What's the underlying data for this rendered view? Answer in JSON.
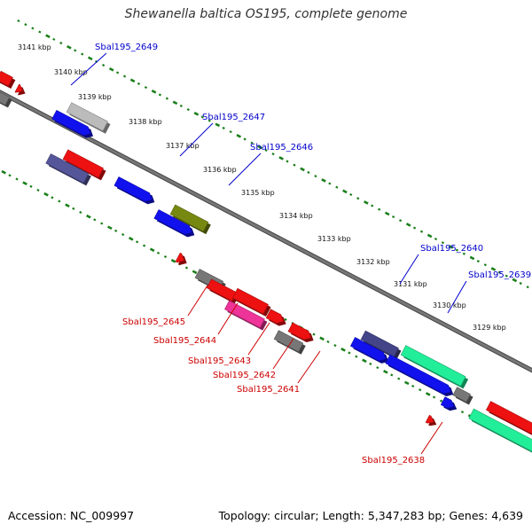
{
  "title": "Shewanella baltica OS195, complete genome",
  "footer": {
    "accession": "Accession: NC_009997",
    "stats": "Topology: circular; Length: 5,347,283 bp; Genes: 4,639"
  },
  "colors": {
    "backbone": "#777777",
    "ruler_dots": "#1a7f1a",
    "plus_label": "#0000cc",
    "minus_label": "#cc0000"
  },
  "ticks": [
    {
      "label": "3141 kbp"
    },
    {
      "label": "3140 kbp"
    },
    {
      "label": "3139 kbp"
    },
    {
      "label": "3138 kbp"
    },
    {
      "label": "3137 kbp"
    },
    {
      "label": "3136 kbp"
    },
    {
      "label": "3135 kbp"
    },
    {
      "label": "3134 kbp"
    },
    {
      "label": "3133 kbp"
    },
    {
      "label": "3132 kbp"
    },
    {
      "label": "3131 kbp"
    },
    {
      "label": "3130 kbp"
    },
    {
      "label": "3129 kbp"
    }
  ],
  "gene_labels": {
    "plus": [
      "Sbal195_2649",
      "Sbal195_2647",
      "Sbal195_2646",
      "Sbal195_2640",
      "Sbal195_2639"
    ],
    "minus": [
      "Sbal195_2645",
      "Sbal195_2644",
      "Sbal195_2643",
      "Sbal195_2642",
      "Sbal195_2641",
      "Sbal195_2638"
    ]
  }
}
